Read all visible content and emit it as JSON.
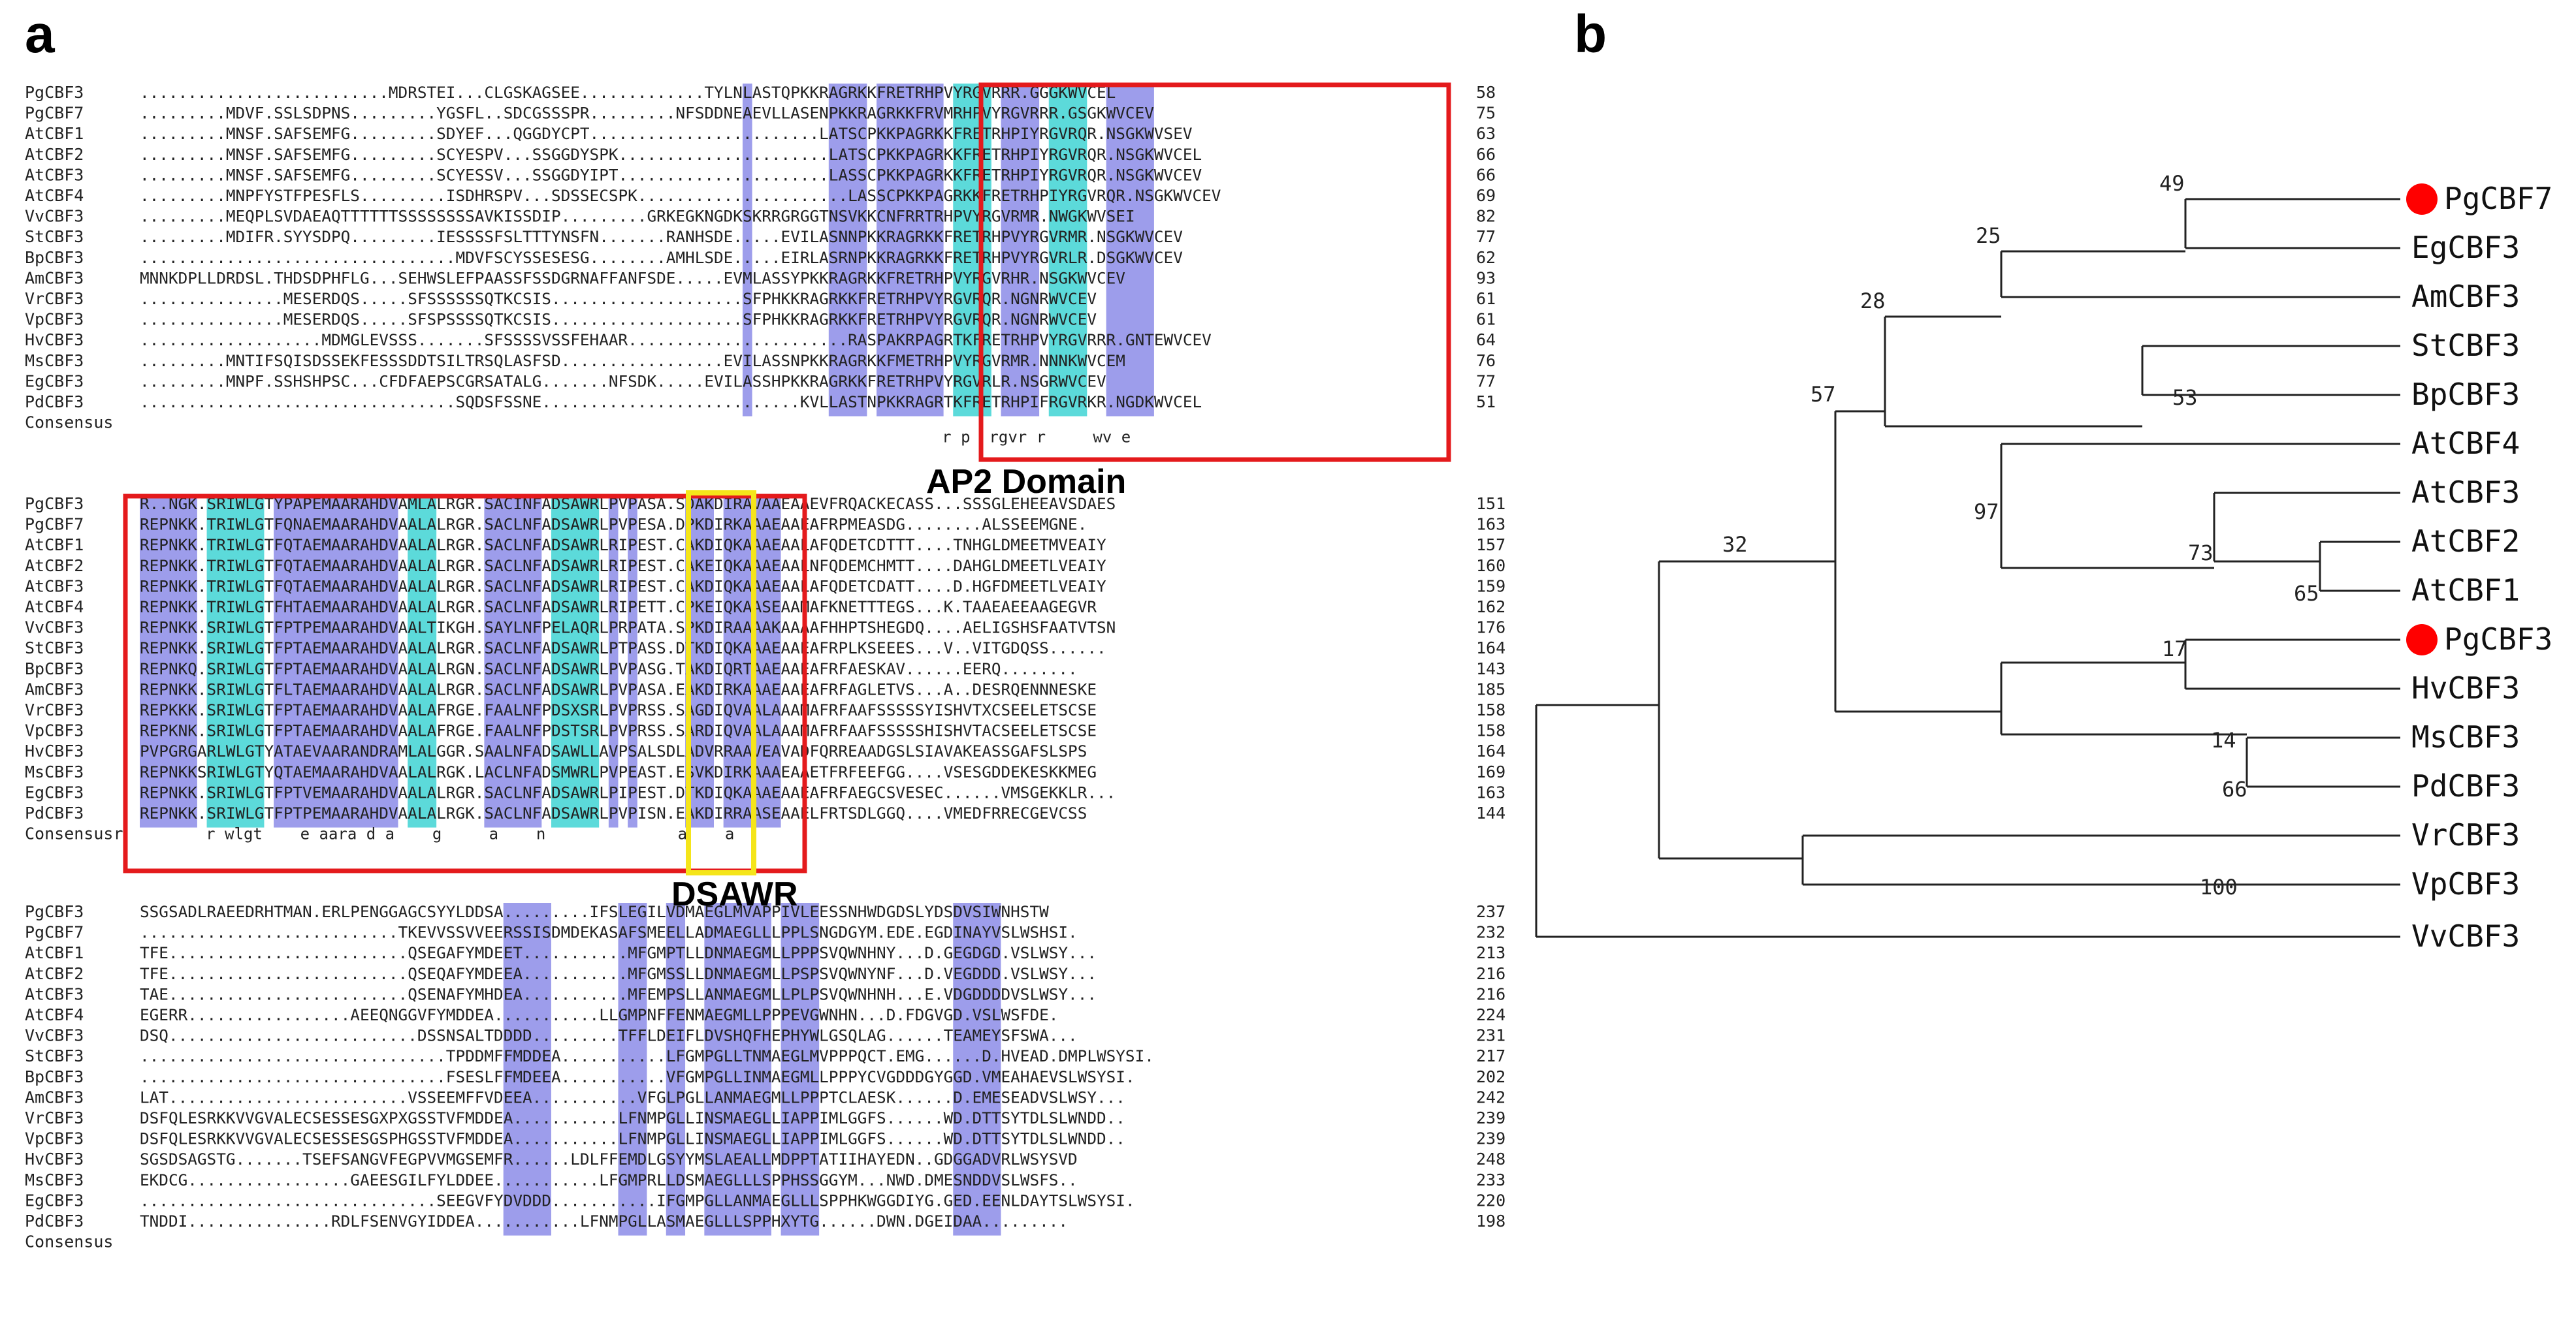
{
  "panel_a": {
    "letter": "a",
    "domain_labels": {
      "ap2": "AP2 Domain",
      "dsawr": "DSAWR"
    },
    "blocks": [
      {
        "rows": [
          {
            "name": "PgCBF3",
            "seq": "..........................MDRSTEI...CLGSKAGSEE.............TYLNLASTQPKKRAGRKKFRETRHPVYRGVRRR.GGGKWVCEL",
            "num": "58"
          },
          {
            "name": "PgCBF7",
            "seq": ".........MDVF.SSLSDPNS.........YGSFL..SDCGSSSPR.........NFSDDNEAEVLLASENPKKRAGRKKFRVMRHPVYRGVRRR.GSGKWVCEV",
            "num": "75"
          },
          {
            "name": "AtCBF1",
            "seq": ".........MNSF.SAFSEMFG.........SDYEF...QGGDYCPT........................LATSCPKKPAGRKKFRETRHPIYRGVRQR.NSGKWVSEV",
            "num": "63"
          },
          {
            "name": "AtCBF2",
            "seq": ".........MNSF.SAFSEMFG.........SCYESPV...SSGGDYSPK......................LATSCPKKPAGRKKFRETRHPIYRGVRQR.NSGKWVCEL",
            "num": "66"
          },
          {
            "name": "AtCBF3",
            "seq": ".........MNSF.SAFSEMFG.........SCYESSV...SSGGDYIPT......................LASSCPKKPAGRKKFRETRHPIYRGVRQR.NSGKWVCEV",
            "num": "66"
          },
          {
            "name": "AtCBF4",
            "seq": ".........MNPFYSTFPESFLS.........ISDHRSPV...SDSSECSPK......................LASSCPKKPAGRKKFRETRHPIYRGVRQR.NSGKWVCEV",
            "num": "69"
          },
          {
            "name": "VvCBF3",
            "seq": ".........MEQPLSVDAEAQTTTTTTSSSSSSSSAVKISSDIP.........GRKEGKNGDKSKRRGRGGTNSVKKCNFRRTRHPVYRGVRMR.NWGKWVSEI",
            "num": "82"
          },
          {
            "name": "StCBF3",
            "seq": ".........MDIFR.SYYSDPQ.........IESSSSFSLTTTYNSFN.......RANHSDE.....EVILASNNPKKRAGRKKFRETRHPVYRGVRMR.NSGKWVCEV",
            "num": "77"
          },
          {
            "name": "BpCBF3",
            "seq": ".................................MDVFSCYSSESESG........AMHLSDE.....EIRLASRNPKKRAGRKKFRETRHPVYRGVRLR.DSGKWVCEV",
            "num": "62"
          },
          {
            "name": "AmCBF3",
            "seq": "MNNKDPLLDRDSL.THDSDPHFLG...SEHWSLEFPAASSFSSDGRNAFFANFSDE.....EVMLASSYPKKRAGRKKFRETRHPVYRGVRHR.NSGKWVCEV",
            "num": "93"
          },
          {
            "name": "VrCBF3",
            "seq": "...............MESERDQS.....SFSSSSSSQTKCSIS....................SFPHKKRAGRKKFRETRHPVYRGVRQR.NGNRWVCEV",
            "num": "61"
          },
          {
            "name": "VpCBF3",
            "seq": "...............MESERDQS.....SFSPSSSSQTKCSIS....................SFPHKKRAGRKKFRETRHPVYRGVRQR.NGNRWVCEV",
            "num": "61"
          },
          {
            "name": "HvCBF3",
            "seq": "...................MDMGLEVSSS.......SFSSSSVSSFEHAAR.......................RASPAKRPAGRTKFRETRHPVYRGVRRR.GNTEWVCEV",
            "num": "64"
          },
          {
            "name": "MsCBF3",
            "seq": ".........MNTIFSQISDSSEKFESSSDDTSILTRSQLASFSD.................EVILASSNPKKRAGRKKFMETRHPVYRGVRMR.NNNKWVCEM",
            "num": "76"
          },
          {
            "name": "EgCBF3",
            "seq": ".........MNPF.SSHSHPSC...CFDFAEPSCGRSATALG.......NFSDK.....EVILASSHPKKRAGRKKFRETRHPVYRGVRLR.NSGRWVCEV",
            "num": "77"
          },
          {
            "name": "PdCBF3",
            "seq": ".................................SQDSFSSNE...........................KVLLASTNPKKRAGRTKFRETRHPIFRGVRKR.NGDKWVCEL",
            "num": "51"
          }
        ],
        "consensus": {
          "label": "Consensus",
          "seq": "                                                                                     r p  rgvr r     wv e"
        }
      },
      {
        "rows": [
          {
            "name": "PgCBF3",
            "seq": "R..NGK.SRIWLGTYPAPEMAARAHDVAMLALRGR.SACINFADSAWRLPVPASA.SDAKDIRAVAAEAAEVFRQACKECASS...SSSGLEHEEAVSDAES",
            "num": "151"
          },
          {
            "name": "PgCBF7",
            "seq": "REPNKK.TRIWLGTFQNAEMAARAHDVAALALRGR.SACLNFADSAWRLPVPESA.DPKDIRKAAAEAAEAFRPMEASDG........ALSSEEMGNE.",
            "num": "163"
          },
          {
            "name": "AtCBF1",
            "seq": "REPNKK.TRIWLGTFQTAEMAARAHDVAALALRGR.SACLNFADSAWRLRIPEST.CAKDIQKAAAEAALAFQDETCDTTT....TNHGLDMEETMVEAIY",
            "num": "157"
          },
          {
            "name": "AtCBF2",
            "seq": "REPNKK.TRIWLGTFQTAEMAARAHDVAALALRGR.SACLNFADSAWRLRIPEST.CAKEIQKAAAEAALNFQDEMCHMTT....DAHGLDMEETLVEAIY",
            "num": "160"
          },
          {
            "name": "AtCBF3",
            "seq": "REPNKK.TRIWLGTFQTAEMAARAHDVAALALRGR.SACLNFADSAWRLRIPEST.CAKDIQKAAAEAALAFQDETCDATT....D.HGFDMEETLVEAIY",
            "num": "159"
          },
          {
            "name": "AtCBF4",
            "seq": "REPNKK.TRIWLGTFHTAEMAARAHDVAALALRGR.SACLNFADSAWRLRIPETT.CPKEIQKAASEAAMAFKNETTTEGS...K.TAAEAEEAAGEGVR",
            "num": "162"
          },
          {
            "name": "VvCBF3",
            "seq": "REPNKK.SRIWLGTFPTPEMAARAHDVAALTIKGH.SAYLNFPELAQRLPRPATA.SPKDIRAAAAKAAAAFHHPTSHEGDQ....AELIGSHSFAATVTSN",
            "num": "176"
          },
          {
            "name": "StCBF3",
            "seq": "REPNKK.SRIWLGTFPTAEMAARAHDVAALALRGR.SACLNFADSAWRLPTPASS.DTKDIQKAAAEAAEAFRPLKSEEES...V..VITGDQSS......",
            "num": "164"
          },
          {
            "name": "BpCBF3",
            "seq": "REPNKQ.SRIWLGTFPTAEMAARAHDVAALALRGN.SACLNFADSAWRLPVPASG.TAKDIQRTAAEAAEAFRFAESKAV......EERQ........",
            "num": "143"
          },
          {
            "name": "AmCBF3",
            "seq": "REPNKK.SRIWLGTFLTAEMAARAHDVAALALRGR.SACLNFADSAWRLPVPASA.EAKDIRKAAAEAAEAFRFAGLETVS...A..DESRQENNNESKE",
            "num": "185"
          },
          {
            "name": "VrCBF3",
            "seq": "REPKKK.SRIWLGTFPTAEMAARAHDVAALAFRGE.FAALNFPDSXSRLPVPRSS.SAGDIQVAALAAAMAFRFAAFSSSSSYISHVTXCSEELETSCSE",
            "num": "158"
          },
          {
            "name": "VpCBF3",
            "seq": "REPKNK.SRIWLGTFPTAEMAARAHDVAALAFRGE.FAALNFPDSTSRLPVPRSS.SARDIQVAALAAAMAFRFAAFSSSSSHISHVTACSEELETSCSE",
            "num": "158"
          },
          {
            "name": "HvCBF3",
            "seq": "PVPGRGARLWLGTYATAEVAARANDRAMLALGGR.SAALNFADSAWLLAVPSALSDLADVRRAAVEAVADFQRREAADGSLSIAVAKEASSGAFSLSPS",
            "num": "164"
          },
          {
            "name": "MsCBF3",
            "seq": "REPNKKSRIWLGTYQTAEMAARAHDVAALALRGK.LACLNFADSMWRLPVPEAST.ESVKDIRKAAAEAAETFRFEEFGG....VSESGDDEKESKKMEG",
            "num": "169"
          },
          {
            "name": "EgCBF3",
            "seq": "REPNKK.SRIWLGTFPTVEMAARAHDVAALALRGR.SACLNFADSAWRLPIPEST.DTKDIQKAAAEAAEAFRFAEGCSVESEC......VMSGEKKLR...",
            "num": "163"
          },
          {
            "name": "PdCBF3",
            "seq": "REPNKK.SRIWLGTFPTPEMAARAHDVAALALRGK.SACLNFADSAWRLPVPISN.EAKDIRRAASEAAELFRTSDLGGQ....VMEDFRRECGEVCSS",
            "num": "144"
          }
        ],
        "consensus": {
          "label": "Consensusr",
          "seq": "       r wlgt    e aara d a    g     a    n              a    a"
        }
      },
      {
        "rows": [
          {
            "name": "PgCBF3",
            "seq": "SSGSADLRAEEDRHTMAN.ERLPENGGAGCSYYLDDSA.........IFSLEGILVDMAEGLMVAPPIVLEESSNHWDGDSLYDSDVSIWNHSTW",
            "num": "237"
          },
          {
            "name": "PgCBF7",
            "seq": "...........................TKEVVSSVVEERSSISDMDEKASAFSMEELLADMAEGLLLPPLSNGDGYM.EDE.EGDINAYVSLWSHSI.",
            "num": "232"
          },
          {
            "name": "AtCBF1",
            "seq": "TFE.........................QSEGAFYMDEET...........MFGMPTLLDNMAEGMLLPPPSVQWNHNY...D.GEGDGD.VSLWSY...",
            "num": "213"
          },
          {
            "name": "AtCBF2",
            "seq": "TFE.........................QSEQAFYMDEEA...........MFGMSSLLDNMAEGMLLPSPSVQWNYNF...D.VEGDDD.VSLWSY...",
            "num": "216"
          },
          {
            "name": "AtCBF3",
            "seq": "TAE.........................QSENAFYMHDEA...........MFEMPSLLANMAEGMLLPLPSVQWNHNH...E.VDGDDDDVSLWSY...",
            "num": "216"
          },
          {
            "name": "AtCBF4",
            "seq": "EGERR.................AEEQNGGVFYMDDEA...........LLGMPNFFENMAEGMLLPPPEVGWNHN...D.FDGVGD.VSLWSFDE.",
            "num": "224"
          },
          {
            "name": "VvCBF3",
            "seq": "DSQ..........................DSSNSALTDDDD.........TFFLDEIFLDVSHQFHEPHYWLGSQLAG......TEAMEYSFSWA...",
            "num": "231"
          },
          {
            "name": "StCBF3",
            "seq": "................................TPDDMFFMDDEA...........LFGMPGLLTNMAEGLMVPPPQCT.EMG......D.HVEAD.DMPLWSYSI.",
            "num": "217"
          },
          {
            "name": "BpCBF3",
            "seq": "................................FSESLFFMDEEA...........VFGMPGLLINMAEGMLLPPPYCVGDDDGYGGD.VMEAHAEVSLWSYSI.",
            "num": "202"
          },
          {
            "name": "AmCBF3",
            "seq": "LAT.........................VSSEEMFFVDEEA...........VFGLPGLLANMAEGMLLPPPTCLAESK......D.EMESEADVSLWSY...",
            "num": "242"
          },
          {
            "name": "VrCBF3",
            "seq": "DSFQLESRKKVVGVALECSESSESGXPXGSSTVFMDDEA...........LFNMPGLLINSMAEGLLIAPPIMLGGFS......WD.DTTSYTDLSLWNDD..",
            "num": "239"
          },
          {
            "name": "VpCBF3",
            "seq": "DSFQLESRKKVVGVALECSESSESGSPHGSSTVFMDDEA...........LFNMPGLLINSMAEGLLIAPPIMLGGFS......WD.DTTSYTDLSLWNDD..",
            "num": "239"
          },
          {
            "name": "HvCBF3",
            "seq": "SGSDSAGSTG.......TSEFSANGVFEGPVVMGSEMFR......LDLFFEMDLGSYYMSLAEALLMDPPTATIIHAYEDN..GDGGADVRLWSYSVD",
            "num": "248"
          },
          {
            "name": "MsCBF3",
            "seq": "EKDCG.................GAEESGILFYLDDEE...........LFGMPRLLDSMAEGLLLSPPHSSGGYM...NWD.DMESNDDVSLWSFS..",
            "num": "233"
          },
          {
            "name": "EgCBF3",
            "seq": "...............................SEEGVFYDVDDD...........IFGMPGLLANMAEGLLLSPPHKWGGDIYG.GED.EENLDAYTSLWSYSI.",
            "num": "220"
          },
          {
            "name": "PdCBF3",
            "seq": "TNDDI...............RDLFSENVGYIDDEA...........LFNMPGLLASMAEGLLLSPPHXYTG......DWN.DGEIDAA.........",
            "num": "198"
          }
        ],
        "consensus": {
          "label": "Consensus",
          "seq": ""
        }
      }
    ]
  },
  "panel_b": {
    "letter": "b",
    "leaves": [
      "PgCBF7",
      "EgCBF3",
      "AmCBF3",
      "StCBF3",
      "BpCBF3",
      "AtCBF4",
      "AtCBF3",
      "AtCBF2",
      "AtCBF1",
      "PgCBF3",
      "HvCBF3",
      "MsCBF3",
      "PdCBF3",
      "VrCBF3",
      "VpCBF3",
      "VvCBF3"
    ],
    "highlighted": [
      "PgCBF7",
      "PgCBF3"
    ],
    "bootstrap": [
      "49",
      "25",
      "28",
      "53",
      "57",
      "97",
      "73",
      "65",
      "32",
      "17",
      "14",
      "66",
      "100"
    ],
    "marker_color": "#ff0000"
  },
  "colors": {
    "blue": "#8c8ce8",
    "cyan": "#3fd4d4",
    "red_box": "#e41a1c",
    "yellow_box": "#f5e51a"
  }
}
